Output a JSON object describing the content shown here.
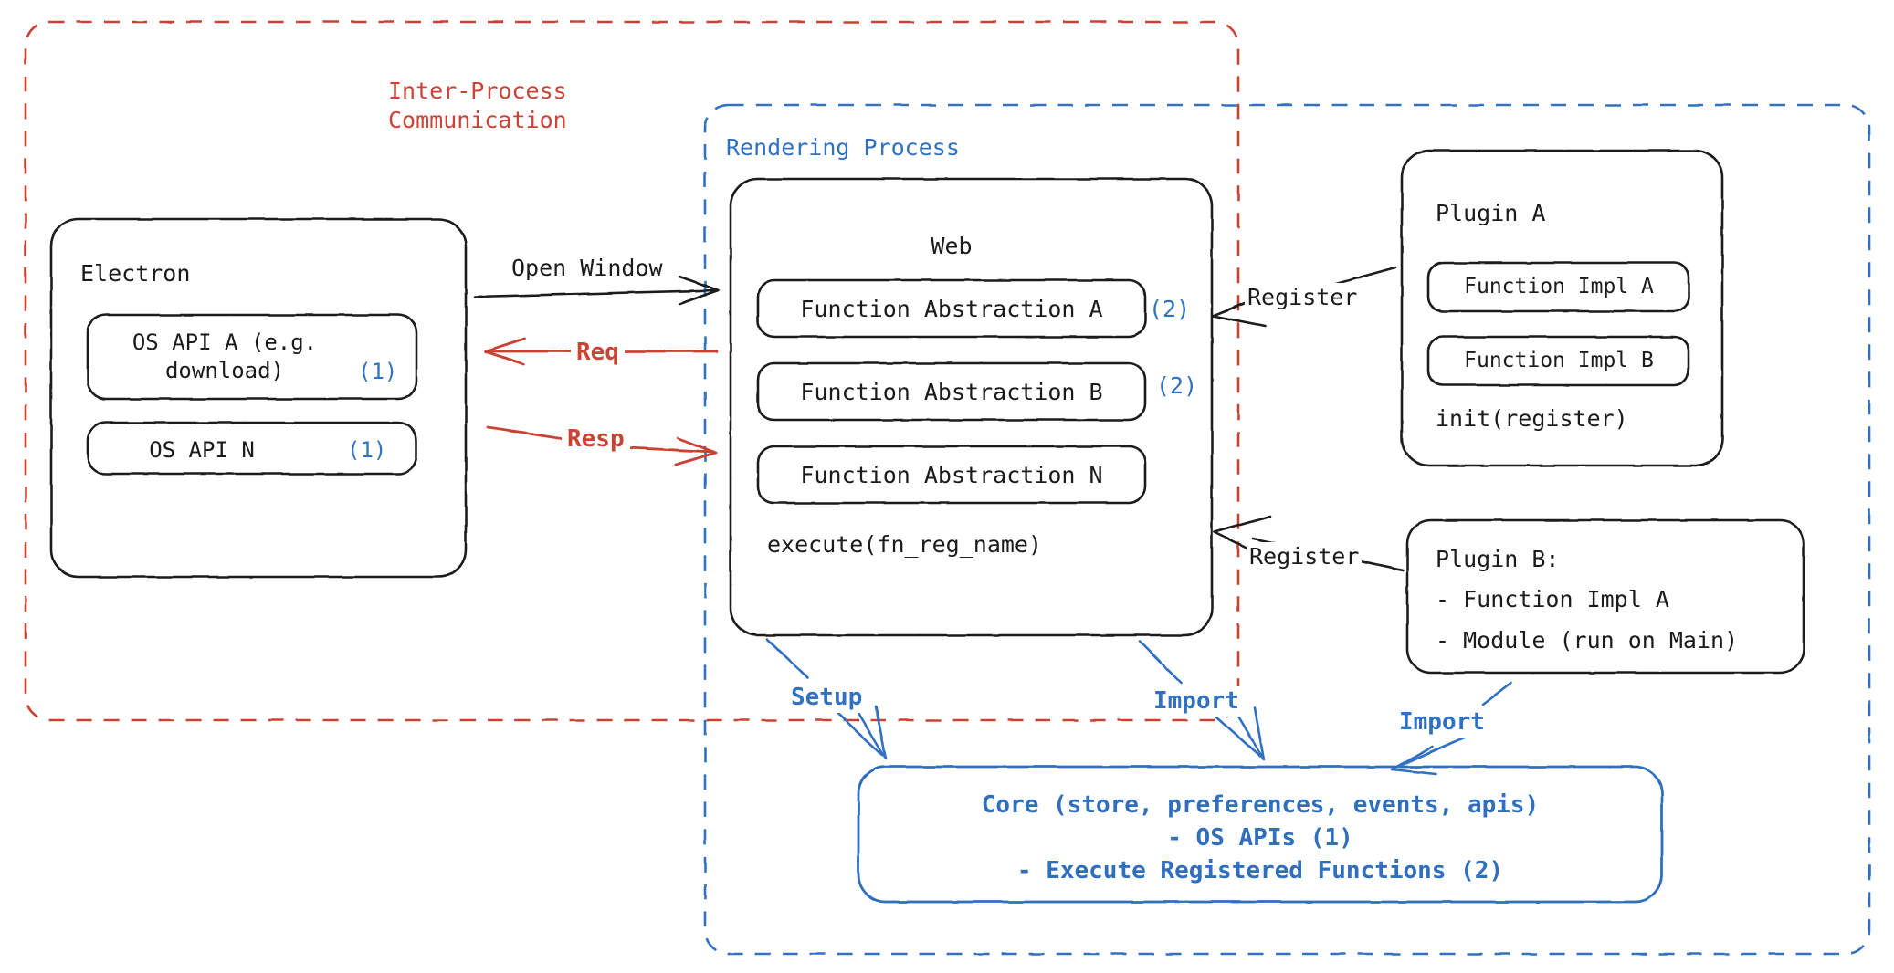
{
  "colors": {
    "red": "#cb4335",
    "blue": "#3071c0",
    "core_blue": "#2f6fbe",
    "ink": "#1b1b1b"
  },
  "regions": {
    "ipc": {
      "label": "Inter-Process\nCommunication",
      "style": "dashed",
      "color": "#cb4335"
    },
    "rendering": {
      "label": "Rendering Process",
      "style": "dashed",
      "color": "#3071c0"
    }
  },
  "boxes": {
    "electron": {
      "title": "Electron",
      "items": [
        {
          "text": "OS API A (e.g.\ndownload)",
          "tag": "(1)"
        },
        {
          "text": "OS API N",
          "tag": "(1)"
        }
      ]
    },
    "web": {
      "title": "Web",
      "items": [
        {
          "text": "Function Abstraction A",
          "tag": "(2)"
        },
        {
          "text": "Function Abstraction B",
          "tag": "(2)"
        },
        {
          "text": "Function Abstraction N",
          "tag": ""
        }
      ],
      "footer": "execute(fn_reg_name)"
    },
    "plugin_a": {
      "title": "Plugin A",
      "items": [
        {
          "text": "Function Impl A"
        },
        {
          "text": "Function Impl B"
        }
      ],
      "footer": "init(register)"
    },
    "plugin_b": {
      "lines": [
        "Plugin B:",
        "- Function Impl A",
        "- Module (run on Main)"
      ]
    },
    "core": {
      "lines": [
        "Core (store, preferences, events, apis)",
        "- OS APIs (1)",
        "- Execute Registered Functions (2)"
      ]
    }
  },
  "arrows": {
    "open_window": {
      "label": "Open Window",
      "color": "#1b1b1b",
      "direction": "right"
    },
    "req": {
      "label": "Req",
      "color": "#cb4335",
      "direction": "left"
    },
    "resp": {
      "label": "Resp",
      "color": "#cb4335",
      "direction": "right"
    },
    "register_a": {
      "label": "Register",
      "color": "#1b1b1b",
      "direction": "left"
    },
    "register_b": {
      "label": "Register",
      "color": "#1b1b1b",
      "direction": "left"
    },
    "setup": {
      "label": "Setup",
      "color": "#3071c0",
      "direction": "down"
    },
    "import_web": {
      "label": "Import",
      "color": "#3071c0",
      "direction": "down"
    },
    "import_plugin_b": {
      "label": "Import",
      "color": "#3071c0",
      "direction": "down-left"
    }
  }
}
